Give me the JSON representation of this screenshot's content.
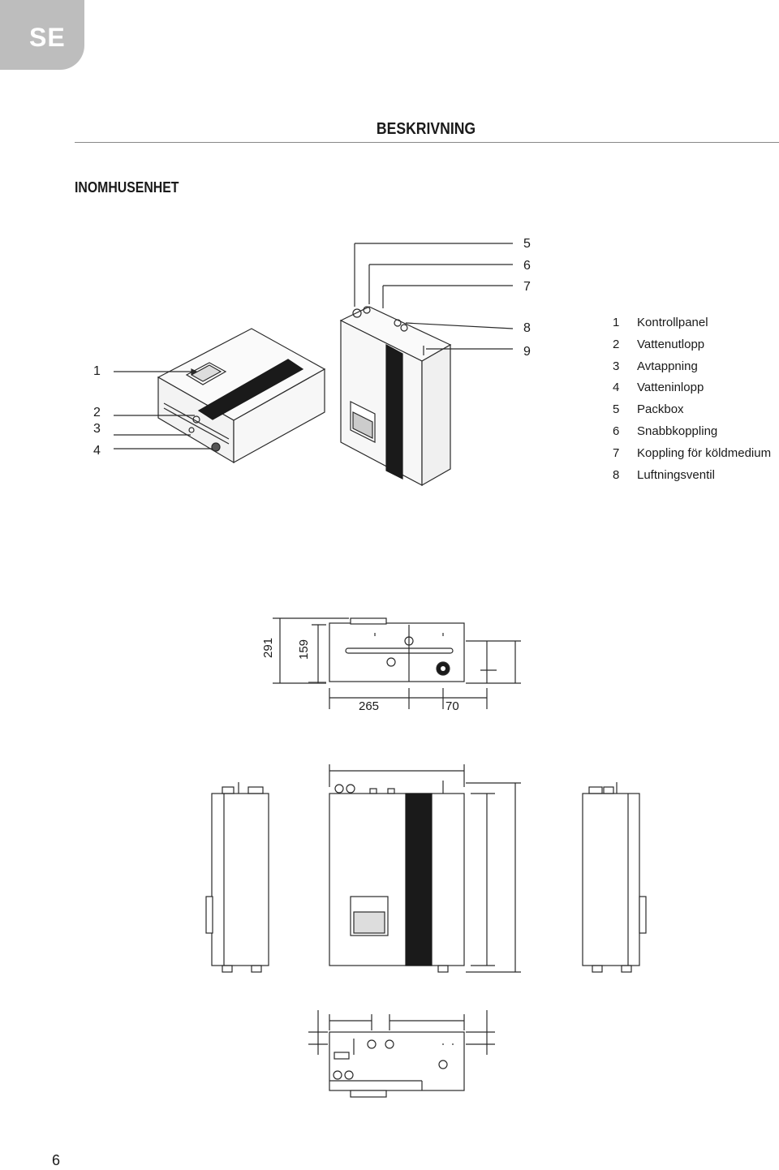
{
  "lang_tab": "SE",
  "section_title": "BESKRIVNING",
  "subsection_title": "INOMHUSENHET",
  "callouts": {
    "c1": "1",
    "c2": "2",
    "c3": "3",
    "c4": "4",
    "c5": "5",
    "c6": "6",
    "c7": "7",
    "c8": "8",
    "c9": "9"
  },
  "legend": [
    {
      "num": "1",
      "label": "Kontrollpanel"
    },
    {
      "num": "2",
      "label": "Vattenutlopp"
    },
    {
      "num": "3",
      "label": "Avtappning"
    },
    {
      "num": "4",
      "label": "Vatteninlopp"
    },
    {
      "num": "5",
      "label": "Packbox"
    },
    {
      "num": "6",
      "label": "Snabbkoppling"
    },
    {
      "num": "7",
      "label": "Koppling för köldmedium"
    },
    {
      "num": "8",
      "label": "Luftningsventil"
    }
  ],
  "dimensions": {
    "depth_total": "291",
    "depth_partial": "159",
    "width_a": "265",
    "width_b": "70"
  },
  "page_number": "6"
}
